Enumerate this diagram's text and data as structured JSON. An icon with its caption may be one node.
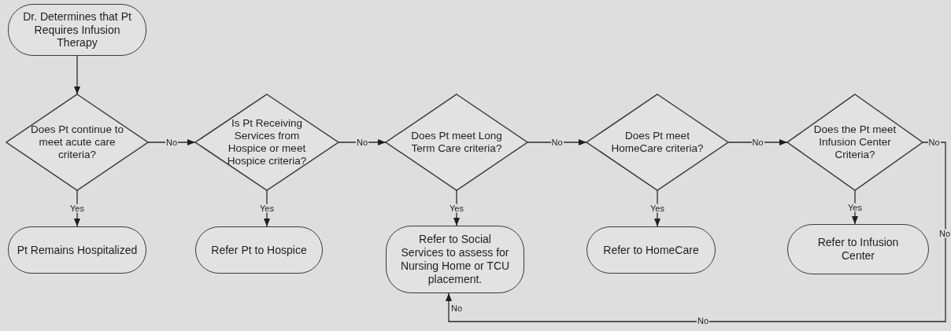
{
  "diagram": {
    "nodes": [
      {
        "text": [
          "Dr. Determines that Pt Requires Infusion Therapy"
        ]
      },
      {
        "text": [
          "Does Pt continue to meet acute care criteria?"
        ]
      },
      {
        "text": [
          "Pt Remains Hospitalized"
        ]
      },
      {
        "text": [
          "Is Pt Receiving Services from Hospice or meet Hospice criteria?"
        ]
      },
      {
        "text": [
          "Refer Pt to Hospice"
        ]
      },
      {
        "text": [
          "Does Pt meet Long Term Care criteria?"
        ]
      },
      {
        "text": [
          "Refer to Social Services to assess for Nursing Home or TCU placement."
        ]
      },
      {
        "text": [
          "Does Pt meet HomeCare criteria?"
        ]
      },
      {
        "text": [
          "Refer to HomeCare"
        ]
      },
      {
        "text": [
          "Does the Pt meet Infusion Center Criteria?"
        ]
      },
      {
        "text": [
          "Refer to Infusion Center"
        ]
      }
    ],
    "edges": [
      {
        "from": 0,
        "to": 1,
        "arrow": "to"
      },
      {
        "from": 1,
        "to": 2,
        "arrow": "to",
        "label": "Yes"
      },
      {
        "from": 1,
        "to": 3,
        "arrow": "to",
        "label": "No"
      },
      {
        "from": 3,
        "to": 4,
        "arrow": "to",
        "label": "Yes"
      },
      {
        "from": 3,
        "to": 5,
        "arrow": "to",
        "label": "No"
      },
      {
        "from": 5,
        "to": 6,
        "arrow": "to",
        "label": "Yes"
      },
      {
        "from": 5,
        "to": 7,
        "arrow": "to",
        "label": "No"
      },
      {
        "from": 7,
        "to": 8,
        "arrow": "to",
        "label": "Yes"
      },
      {
        "from": 7,
        "to": 9,
        "arrow": "to",
        "label": "No"
      },
      {
        "from": 9,
        "to": 10,
        "arrow": "to",
        "label": "Yes"
      },
      {
        "from": 9,
        "to": 6,
        "arrow": "to",
        "label": "No"
      }
    ],
    "labels": [
      "No",
      "No",
      "No"
    ]
  }
}
